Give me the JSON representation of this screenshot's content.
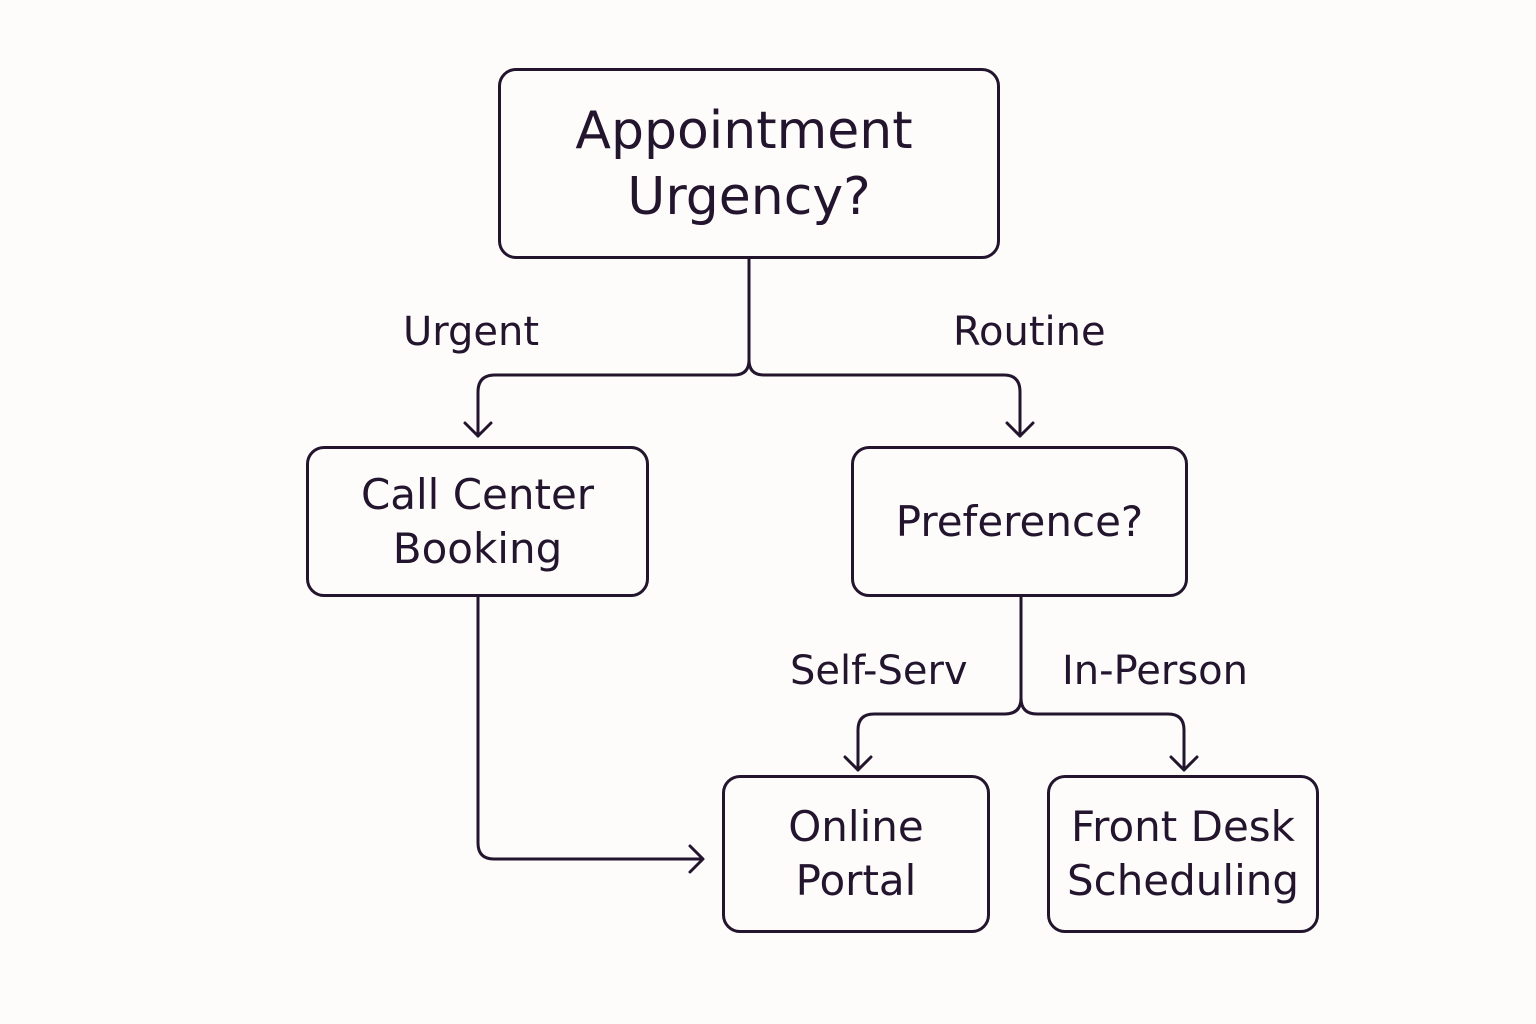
{
  "diagram": {
    "nodes": {
      "root": {
        "line1": "Appointment",
        "line2": "Urgency?"
      },
      "call_center": {
        "line1": "Call Center",
        "line2": "Booking"
      },
      "preference": {
        "line1": "Preference?"
      },
      "online_portal": {
        "line1": "Online",
        "line2": "Portal"
      },
      "front_desk": {
        "line1": "Front Desk",
        "line2": "Scheduling"
      }
    },
    "edge_labels": {
      "urgent": "Urgent",
      "routine": "Routine",
      "self_serv": "Self-Serv",
      "in_person": "In-Person"
    },
    "edges": [
      {
        "from": "root",
        "to": "call_center",
        "label": "Urgent"
      },
      {
        "from": "root",
        "to": "preference",
        "label": "Routine"
      },
      {
        "from": "preference",
        "to": "online_portal",
        "label": "Self-Serv"
      },
      {
        "from": "preference",
        "to": "front_desk",
        "label": "In-Person"
      },
      {
        "from": "call_center",
        "to": "online_portal",
        "label": ""
      }
    ],
    "colors": {
      "stroke": "#23152d",
      "background": "#fdfcfa"
    }
  }
}
